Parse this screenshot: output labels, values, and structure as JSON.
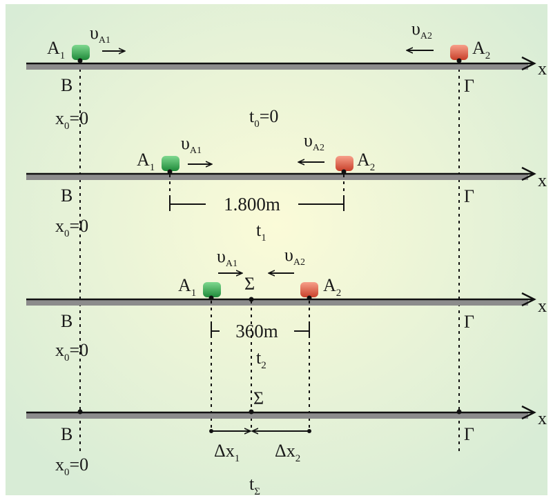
{
  "axis_label": "x",
  "colors": {
    "car1": "#2e9e4a",
    "car2": "#e0533a",
    "track": "#8c8c8c",
    "line": "#111111",
    "bg_center": "#fbfbd8",
    "bg_edge": "#d8ecd6"
  },
  "panels": [
    {
      "time_main": "t",
      "time_sub": "0",
      "time_suffix": "=0",
      "B": "B",
      "Gamma": "Γ",
      "x0": {
        "main": "x",
        "sub": "0",
        "suffix": "=0"
      },
      "car1": {
        "label": "A",
        "sub": "1"
      },
      "car2": {
        "label": "A",
        "sub": "2"
      },
      "v1": {
        "main": "υ",
        "sub": "A1"
      },
      "v2": {
        "main": "υ",
        "sub": "A2"
      }
    },
    {
      "time_main": "t",
      "time_sub": "1",
      "B": "B",
      "Gamma": "Γ",
      "x0": {
        "main": "x",
        "sub": "0",
        "suffix": "=0"
      },
      "car1": {
        "label": "A",
        "sub": "1"
      },
      "car2": {
        "label": "A",
        "sub": "2"
      },
      "v1": {
        "main": "υ",
        "sub": "A1"
      },
      "v2": {
        "main": "υ",
        "sub": "A2"
      },
      "distance": "1.800m"
    },
    {
      "time_main": "t",
      "time_sub": "2",
      "B": "B",
      "Gamma": "Γ",
      "x0": {
        "main": "x",
        "sub": "0",
        "suffix": "=0"
      },
      "car1": {
        "label": "A",
        "sub": "1"
      },
      "car2": {
        "label": "A",
        "sub": "2"
      },
      "v1": {
        "main": "υ",
        "sub": "A1"
      },
      "v2": {
        "main": "υ",
        "sub": "A2"
      },
      "meet": "Σ",
      "distance": "360m"
    },
    {
      "time_main": "t",
      "time_sub": "Σ",
      "B": "B",
      "Gamma": "Γ",
      "x0": {
        "main": "x",
        "sub": "0",
        "suffix": "=0"
      },
      "meet": "Σ",
      "dx1": {
        "main": "Δx",
        "sub": "1"
      },
      "dx2": {
        "main": "Δx",
        "sub": "2"
      }
    }
  ]
}
